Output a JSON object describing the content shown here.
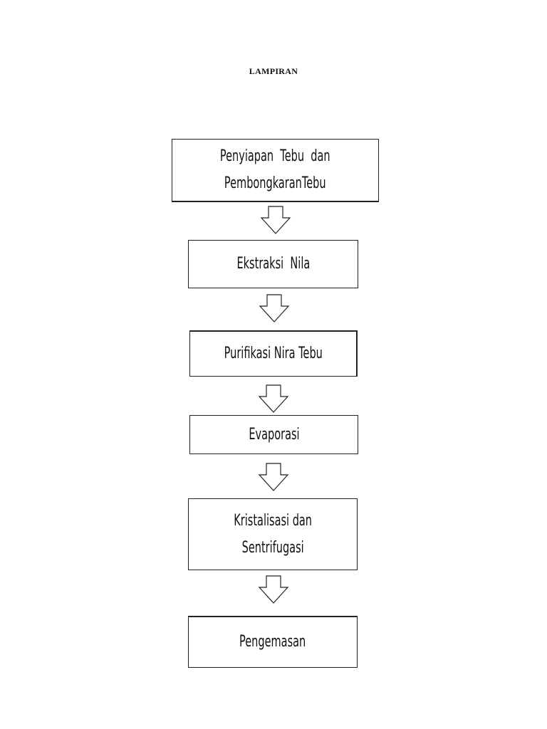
{
  "document": {
    "heading": "LAMPIRAN"
  },
  "flowchart": {
    "steps": [
      {
        "lines": [
          "Penyiapan  Tebu  dan",
          "PembongkaranTebu"
        ]
      },
      {
        "lines": [
          "Ekstraksi  Nila"
        ]
      },
      {
        "lines": [
          "Purifikasi Nira Tebu"
        ]
      },
      {
        "lines": [
          "Evaporasi"
        ]
      },
      {
        "lines": [
          "Kristalisasi dan",
          "Sentrifugasi"
        ]
      },
      {
        "lines": [
          "Pengemasan"
        ]
      }
    ],
    "connector_icon": "down-arrow-icon"
  }
}
